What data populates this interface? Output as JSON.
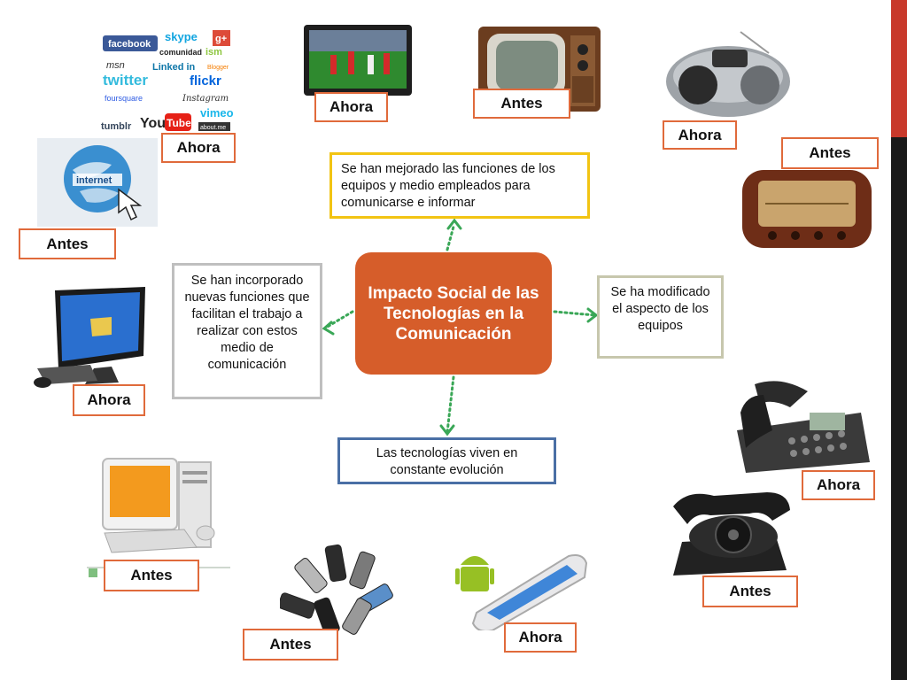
{
  "center": {
    "title": "Impacto Social de las Tecnologías en la Comunicación"
  },
  "boxes": {
    "top": "Se han mejorado las funciones de los equipos y medio empleados para comunicarse e informar",
    "left": "Se han incorporado nuevas funciones que facilitan el trabajo a realizar con estos medio de comunicación",
    "right": "Se ha modificado el aspecto de los equipos",
    "bottom": "Las tecnologías viven en constante evolución"
  },
  "tags": {
    "social_ahora": "Ahora",
    "internet_antes": "Antes",
    "tv_flat_ahora": "Ahora",
    "tv_old_antes": "Antes",
    "radio_cd_ahora": "Ahora",
    "radio_old_antes": "Antes",
    "pc_modern_ahora": "Ahora",
    "phone_modern_ahora": "Ahora",
    "pc_old_antes": "Antes",
    "phone_rotary_antes": "Antes",
    "cellphones_antes": "Antes",
    "smartphone_ahora": "Ahora"
  },
  "logos": {
    "facebook": "facebook",
    "skype": "skype",
    "gplus": "g+",
    "comunidad": "comunidad",
    "ism": "ism",
    "msn": "msn",
    "linkedin": "Linked in",
    "blogger": "Blogger",
    "twitter": "twitter",
    "flickr": "flickr",
    "foursquare": "foursquare",
    "instagram": "Instagram",
    "vimeo": "vimeo",
    "tumblr": "tumblr",
    "youtube_you": "You",
    "youtube_tube": "Tube",
    "about": "about.me",
    "internet": "internet"
  },
  "colors": {
    "center": "#d65d2a",
    "tag_border": "#e06a3b",
    "arrow": "#3aa757",
    "top_border": "#f2c413",
    "bottom_border": "#4a6fa5"
  }
}
